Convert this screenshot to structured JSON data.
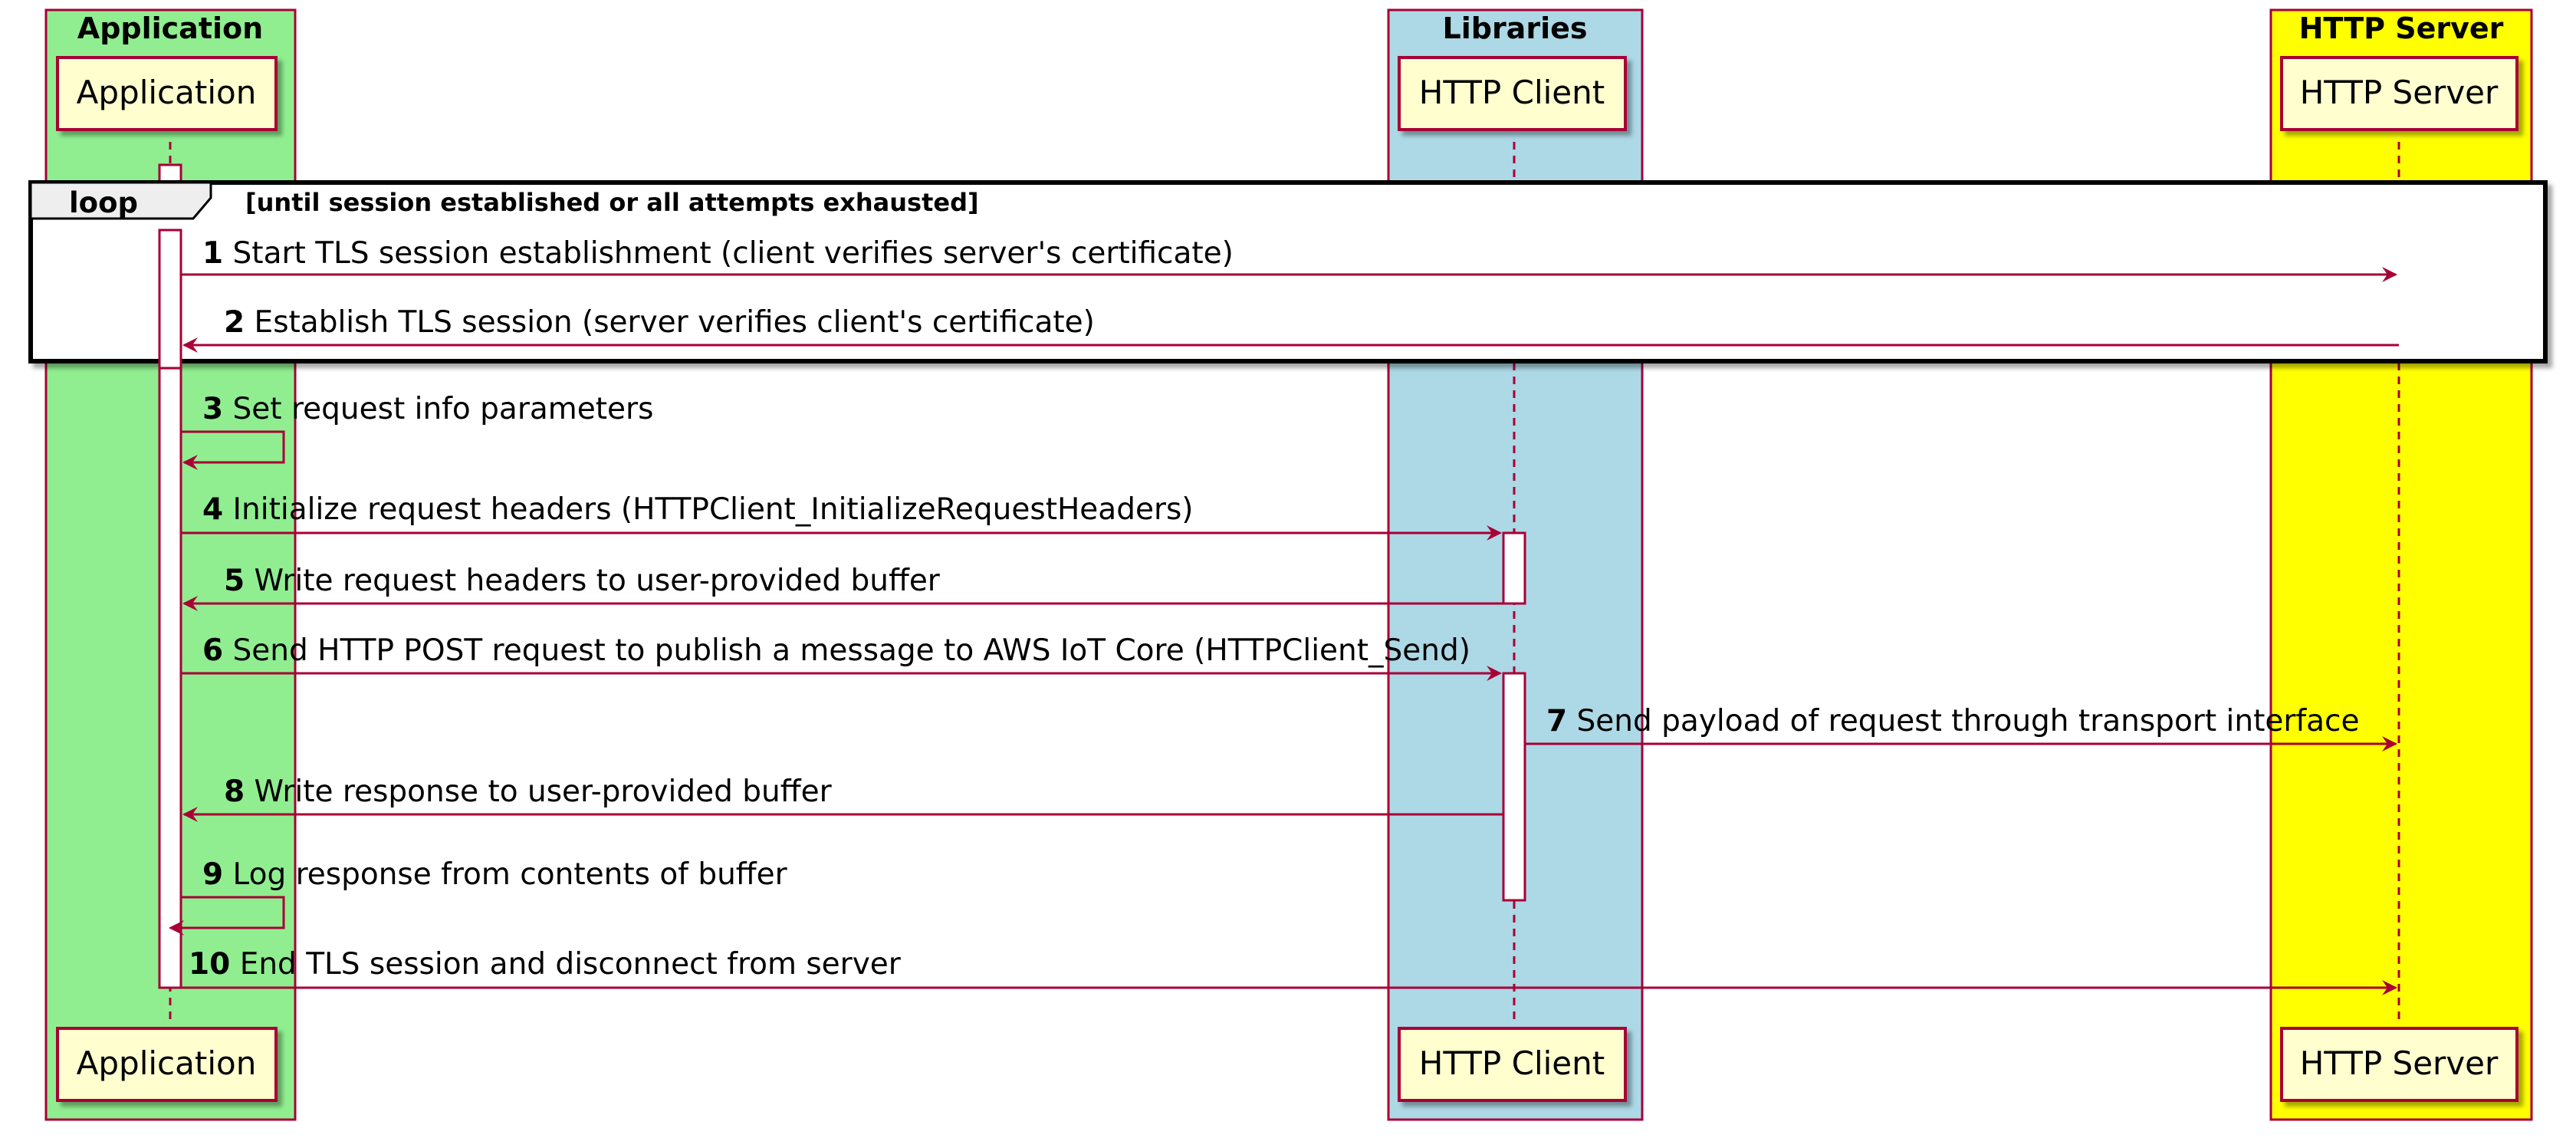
{
  "colors": {
    "application_box": "#90EE90",
    "libraries_box": "#ADD8E6",
    "server_box": "#FFFF00",
    "box_border": "#A80036",
    "participant_fill": "#FEFECE",
    "arrow": "#A80036"
  },
  "groups": {
    "application": "Application",
    "libraries": "Libraries",
    "server": "HTTP Server"
  },
  "participants": {
    "application": "Application",
    "http_client": "HTTP Client",
    "http_server": "HTTP Server"
  },
  "loop": {
    "operator": "loop",
    "guard": "[until session established or all attempts exhausted]"
  },
  "messages": [
    {
      "num": "1",
      "text": "Start TLS session establishment (client verifies server's certificate)",
      "from": "application",
      "to": "http_server"
    },
    {
      "num": "2",
      "text": "Establish TLS session (server verifies client's certificate)",
      "from": "http_server",
      "to": "application"
    },
    {
      "num": "3",
      "text": "Set request info parameters",
      "from": "application",
      "to": "application"
    },
    {
      "num": "4",
      "text": "Initialize request headers (HTTPClient_InitializeRequestHeaders)",
      "from": "application",
      "to": "http_client"
    },
    {
      "num": "5",
      "text": "Write request headers to user-provided buffer",
      "from": "http_client",
      "to": "application"
    },
    {
      "num": "6",
      "text": "Send HTTP POST request to publish a message to AWS IoT Core (HTTPClient_Send)",
      "from": "application",
      "to": "http_client"
    },
    {
      "num": "7",
      "text": "Send payload of request through transport interface",
      "from": "http_client",
      "to": "http_server"
    },
    {
      "num": "8",
      "text": "Write response to user-provided buffer",
      "from": "http_client",
      "to": "application"
    },
    {
      "num": "9",
      "text": "Log response from contents of buffer",
      "from": "application",
      "to": "application"
    },
    {
      "num": "10",
      "text": "End TLS session and disconnect from server",
      "from": "application",
      "to": "http_server"
    }
  ]
}
